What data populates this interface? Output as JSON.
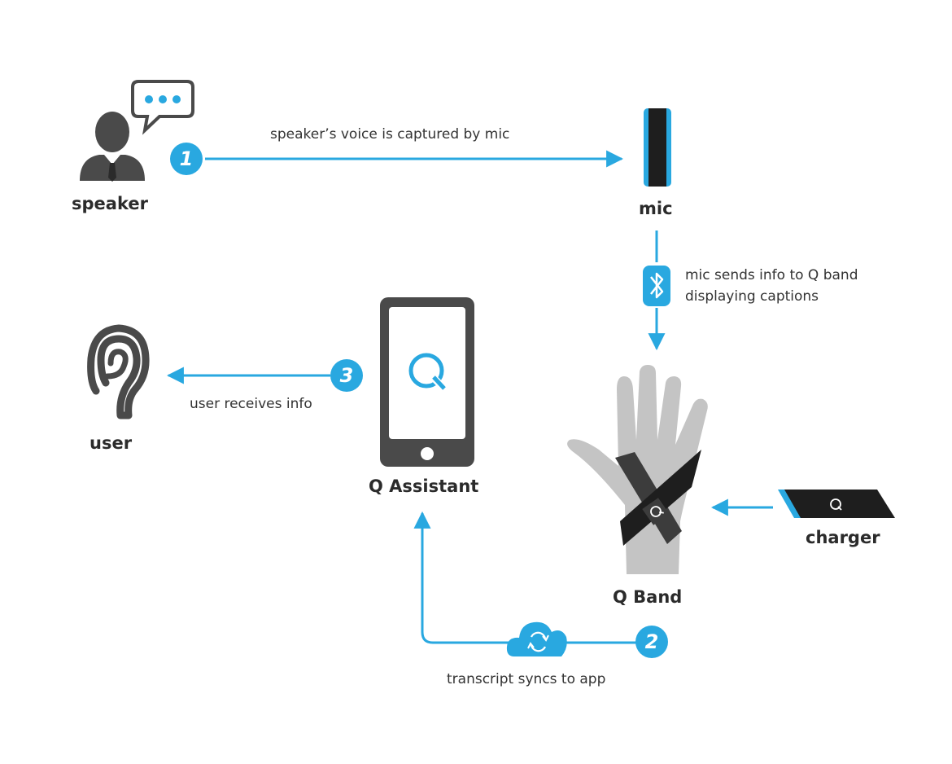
{
  "colors": {
    "accent": "#29a8e0",
    "dark": "#4a4a4a",
    "gray": "#c4c4c4",
    "black": "#1e1e1e"
  },
  "nodes": {
    "speaker": "speaker",
    "mic": "mic",
    "user": "user",
    "q_assistant": "Q Assistant",
    "q_band": "Q Band",
    "charger": "charger"
  },
  "steps": {
    "one": "1",
    "two": "2",
    "three": "3"
  },
  "edges": {
    "speaker_to_mic": "speaker’s voice is captured by mic",
    "mic_to_band_line1": "mic sends info to Q band",
    "mic_to_band_line2": "displaying captions",
    "app_to_user": "user receives info",
    "band_to_app": "transcript syncs to app"
  },
  "logos": {
    "app_logo": "Q",
    "band_logo": "Q",
    "charger_logo": "Q"
  },
  "icons": [
    "speaker-icon",
    "speech-bubble-icon",
    "mic-icon",
    "bluetooth-icon",
    "ear-icon",
    "phone-icon",
    "hand-icon",
    "charger-icon",
    "cloud-sync-icon"
  ]
}
